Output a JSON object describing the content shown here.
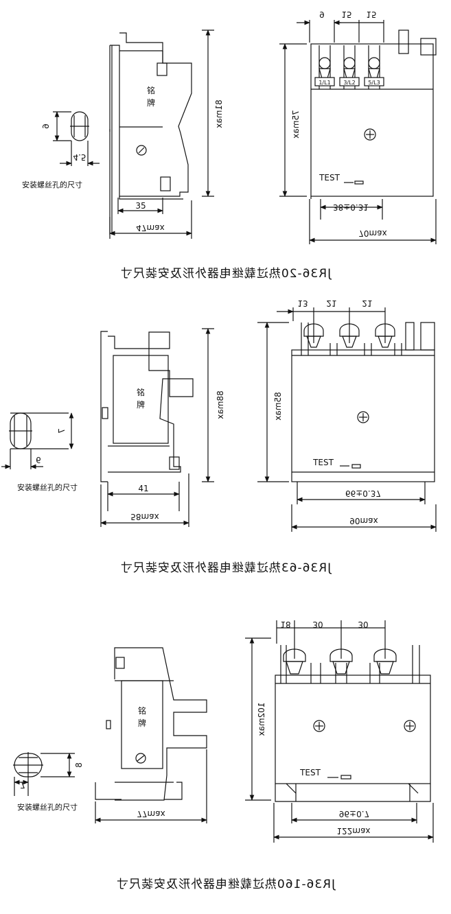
{
  "colors": {
    "ink": "#111111",
    "background": "#ffffff"
  },
  "jr20": {
    "caption": "JR36-20热过载继电器外形及安装尺寸",
    "hole_label": "安装螺丝孔的尺寸",
    "hole_w": "4.5",
    "hole_h": "6",
    "side_width": "35",
    "side_max": "47max",
    "side_height": "81max",
    "nameplate": "铭\n牌",
    "front_height": "75max",
    "front_mount": "38±0.31",
    "front_max": "70max",
    "pitch_a": "9",
    "pitch_b": "15",
    "pitch_c": "15",
    "test_label": "TEST",
    "terminals": [
      "1/L1",
      "3/L2",
      "5/L3"
    ]
  },
  "jr63": {
    "caption": "JR36-63热过载继电器外形及安装尺寸",
    "hole_label": "安装螺丝孔的尺寸",
    "hole_w": "6",
    "hole_h": "7",
    "side_width": "41",
    "side_max": "58max",
    "side_height": "88max",
    "nameplate": "铭\n牌",
    "front_height": "85max",
    "front_mount": "66±0.37",
    "front_max": "90max",
    "pitch_a": "13",
    "pitch_b": "21",
    "pitch_c": "21",
    "test_label": "TEST"
  },
  "jr160": {
    "caption": "JR36-160热过载继电器外形及安装尺寸",
    "hole_label": "安装螺丝孔的尺寸",
    "hole_w": "7",
    "hole_h": "8",
    "side_max": "77max",
    "nameplate": "铭\n牌",
    "front_height": "102max",
    "front_mount": "96±0.7",
    "front_max": "122max",
    "pitch_a": "18",
    "pitch_b": "30",
    "pitch_c": "30",
    "test_label": "TEST"
  }
}
